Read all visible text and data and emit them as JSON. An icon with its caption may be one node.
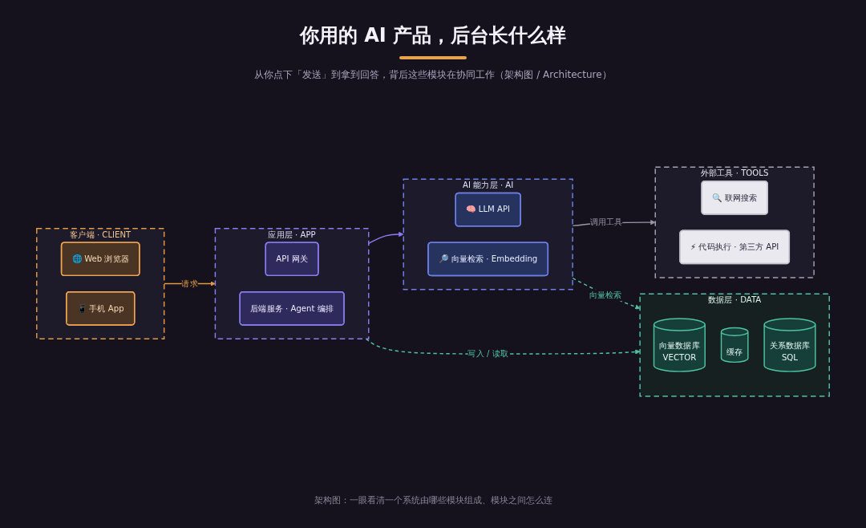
{
  "diagram": {
    "title": "你用的 AI 产品，后台长什么样",
    "caption": "架构图：一眼看清一个系统由哪些模块组成、模块之间怎么连",
    "nodes": [
      {
        "text": [
          "客户端 · CLIENT"
        ]
      },
      {
        "text": [
          "🌐 Web 浏览器"
        ],
        "in": 0
      },
      {
        "text": [
          "📱 手机 App"
        ],
        "in": 0
      },
      {
        "text": [
          "应用层 · APP"
        ]
      },
      {
        "text": [
          "API 网关"
        ],
        "in": 3
      },
      {
        "text": [
          "后端服务 · Agent 编排"
        ],
        "in": 3
      },
      {
        "text": [
          "AI 能力层 · AI"
        ]
      },
      {
        "text": [
          "🧠 LLM API"
        ],
        "in": 6
      },
      {
        "text": [
          "🔎 向量检索 · Embedding"
        ],
        "in": 6
      },
      {
        "text": [
          "外部工具 · TOOLS"
        ]
      },
      {
        "text": [
          "🔍 联网搜索"
        ],
        "in": 9
      },
      {
        "text": [
          "⚡ 代码执行 · 第三方 API"
        ],
        "in": 9
      },
      {
        "text": [
          "数据层 · DATA"
        ]
      },
      {
        "text": [
          "向量数据库",
          "VECTOR"
        ],
        "in": 12
      },
      {
        "text": [
          "缓存"
        ],
        "in": 12
      },
      {
        "text": [
          "关系数据库",
          "SQL"
        ],
        "in": 12
      }
    ],
    "edges": [
      {
        "from": 0,
        "to": 3,
        "label": "请求",
        "arrow": "to",
        "color": "#e39a45"
      },
      {
        "from": 3,
        "to": 6,
        "arrow": "to",
        "color": "#8b7cf0"
      },
      {
        "from": 6,
        "to": 9,
        "label": "调用工具",
        "arrow": "to",
        "color": "#9a98a8"
      },
      {
        "from": 3,
        "to": 12,
        "label": "写入 / 读取",
        "arrow": "to",
        "style": "dashed",
        "color": "#4fc3a1"
      },
      {
        "from": 6,
        "to": 12,
        "label": "向量检索",
        "arrow": "to",
        "style": "dashed",
        "color": "#4fc3a1"
      }
    ],
    "labels": [
      "从你点下「发送」到拿到回答，背后这些模块在协同工作（架构图 / Architecture）"
    ]
  }
}
